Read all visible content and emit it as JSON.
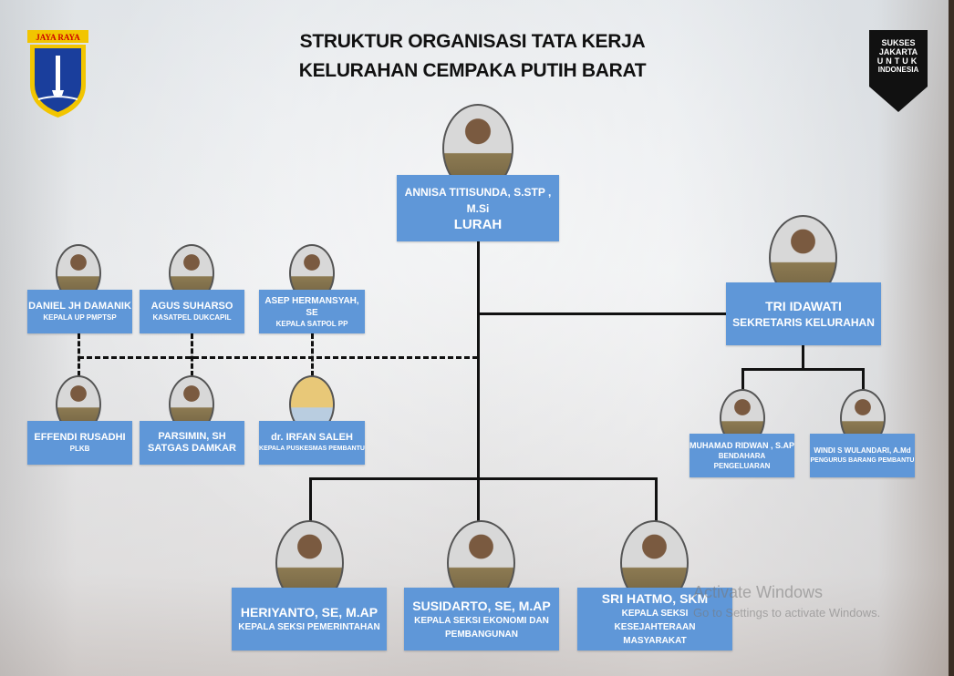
{
  "title": {
    "line1": "STRUKTUR ORGANISASI TATA KERJA",
    "line2": "KELURAHAN CEMPAKA PUTIH BARAT"
  },
  "logos": {
    "left": "JAYA RAYA",
    "right": [
      "SUKSES",
      "JAKARTA",
      "UNTUK",
      "INDONESIA"
    ]
  },
  "lurah": {
    "name": "ANNISA TITISUNDA, S.STP , M.Si",
    "role": "LURAH"
  },
  "sekretaris": {
    "name": "TRI IDAWATI",
    "role": "SEKRETARIS KELURAHAN"
  },
  "sekretaris_staff": [
    {
      "name": "MUHAMAD RIDWAN , S.AP",
      "role": "BENDAHARA PENGELUARAN"
    },
    {
      "name": "WINDI S  WULANDARI, A.Md",
      "role": "PENGURUS BARANG PEMBANTU"
    }
  ],
  "coordination_top": [
    {
      "name": "DANIEL JH DAMANIK",
      "role": "KEPALA UP PMPTSP"
    },
    {
      "name": "AGUS SUHARSO",
      "role": "KASATPEL DUKCAPIL"
    },
    {
      "name": "ASEP HERMANSYAH, SE",
      "role": "KEPALA SATPOL PP"
    }
  ],
  "coordination_bottom": [
    {
      "name": "EFFENDI RUSADHI",
      "role": "PLKB"
    },
    {
      "name": "PARSIMIN, SH",
      "role": "SATGAS DAMKAR"
    },
    {
      "name": "dr. IRFAN SALEH",
      "role": "KEPALA PUSKESMAS PEMBANTU"
    }
  ],
  "seksi": [
    {
      "name": "HERIYANTO, SE, M.AP",
      "role": "KEPALA SEKSI PEMERINTAHAN"
    },
    {
      "name": "SUSIDARTO, SE, M.AP",
      "role": "KEPALA SEKSI EKONOMI DAN PEMBANGUNAN"
    },
    {
      "name": "SRI HATMO, SKM",
      "role": "KEPALA SEKSI KESEJAHTERAAN MASYARAKAT"
    }
  ],
  "watermark": {
    "line1": "Activate Windows",
    "line2": "Go to Settings to activate Windows."
  }
}
